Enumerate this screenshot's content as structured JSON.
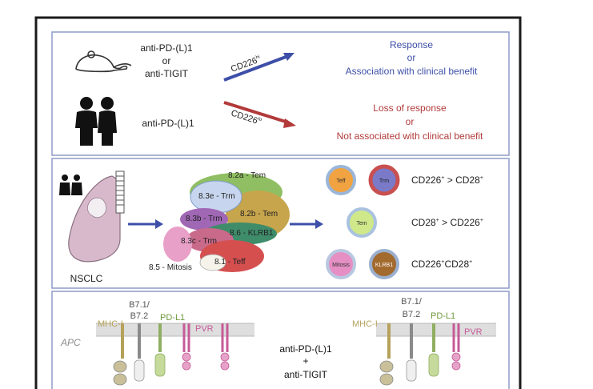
{
  "top_panel": {
    "drug_mouse_line1": "anti-PD-(L)1",
    "drug_mouse_line2": "or",
    "drug_mouse_line3": "anti-TIGIT",
    "drug_human": "anti-PD-(L)1",
    "arrow_hi_label": "CD226",
    "arrow_hi_sup": "hi",
    "arrow_lo_label": "CD226",
    "arrow_lo_sup": "lo",
    "response_line1": "Response",
    "response_line2": "or",
    "response_line3": "Association with clinical benefit",
    "loss_line1": "Loss of response",
    "loss_line2": "or",
    "loss_line3": "Not associated with clinical benefit",
    "colors": {
      "response": "#3d4fa8",
      "loss": "#b23a3a"
    }
  },
  "middle_panel": {
    "tissue_label": "NSCLC",
    "clusters": [
      {
        "label": "8.2a - Tem"
      },
      {
        "label": "8.3e - Trm"
      },
      {
        "label": "8.2b - Tem"
      },
      {
        "label": "8.3b - Trm"
      },
      {
        "label": "8.6 - KLRB1"
      },
      {
        "label": "8.3c - Trm"
      },
      {
        "label": "8.5 - Mitosis"
      },
      {
        "label": "8.1 - Teff"
      }
    ],
    "cells": [
      {
        "label": "Teff"
      },
      {
        "label": "Trm"
      },
      {
        "label": "Tem"
      },
      {
        "label": "Mitosis"
      },
      {
        "label": "KLRB1"
      }
    ],
    "rule1": "CD226",
    "rule1_sup_a": "+",
    "rule1_mid": " > CD28",
    "rule1_sup_b": "+",
    "rule2": "CD28",
    "rule2_sup_a": "+",
    "rule2_mid": " > CD226",
    "rule2_sup_b": "+",
    "rule3": "CD226",
    "rule3_sup_a": "+",
    "rule3_mid": "CD28",
    "rule3_sup_b": "+"
  },
  "bottom_panel": {
    "apc_label": "APC",
    "left_mhc": "MHC-I",
    "left_b7_line1": "B7.1/",
    "left_b7_line2": "B7.2",
    "left_pdl1": "PD-L1",
    "left_pvr": "PVR",
    "center_line1": "anti-PD-(L)1",
    "center_line2": "+",
    "center_line3": "anti-TIGIT",
    "right_mhc": "MHC-I",
    "right_b7_line1": "B7.1/",
    "right_b7_line2": "B7.2",
    "right_pdl1": "PD-L1",
    "right_pvr": "PVR"
  }
}
